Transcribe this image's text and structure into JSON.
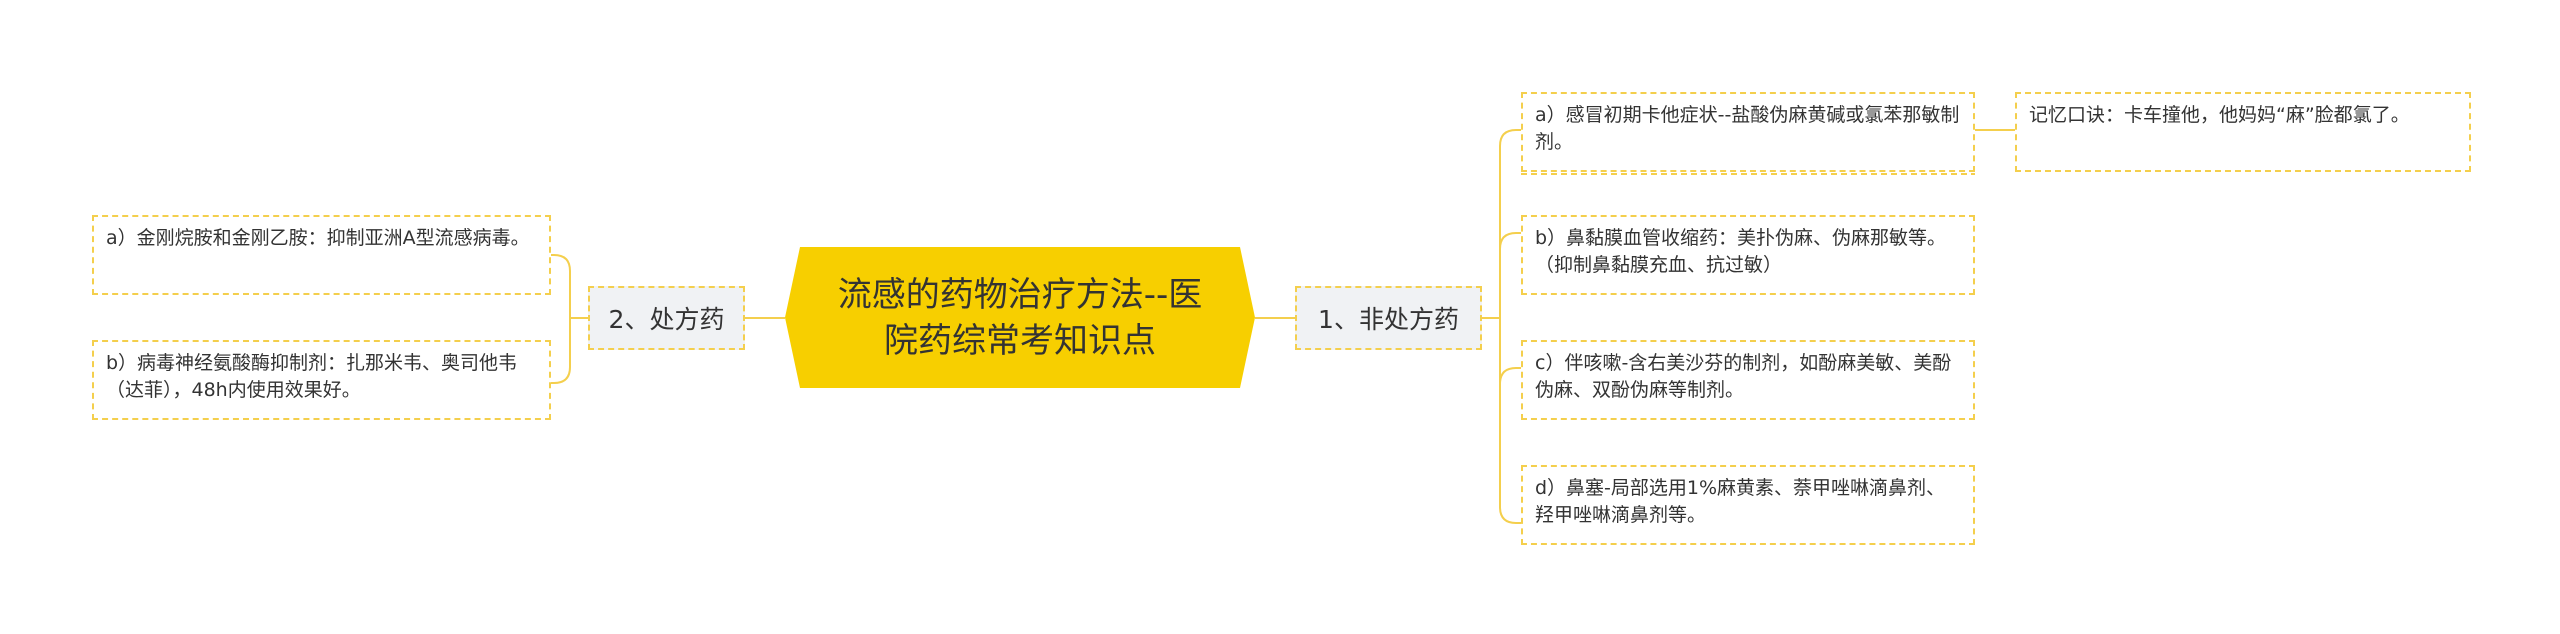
{
  "root": {
    "title": "流感的药物治疗方法--医院药综常考知识点"
  },
  "branches": {
    "left": {
      "label": "2、处方药"
    },
    "right": {
      "label": "1、非处方药"
    }
  },
  "left_items": [
    "a）金刚烷胺和金刚乙胺：抑制亚洲A型流感病毒。",
    "b）病毒神经氨酸酶抑制剂：扎那米韦、奥司他韦（达菲），48h内使用效果好。"
  ],
  "right_items": [
    "a）感冒初期卡他症状--盐酸伪麻黄碱或氯苯那敏制剂。",
    "b）鼻黏膜血管收缩药：美扑伪麻、伪麻那敏等。（抑制鼻黏膜充血、抗过敏）",
    "c）伴咳嗽-含右美沙芬的制剂，如酚麻美敏、美酚伪麻、双酚伪麻等制剂。",
    "d）鼻塞-局部选用1%麻黄素、萘甲唑啉滴鼻剂、羟甲唑啉滴鼻剂等。"
  ],
  "note": {
    "text": "记忆口诀：卡车撞他，他妈妈“麻”脸都氯了。"
  },
  "colors": {
    "root_fill": "#f7cf00",
    "connector": "#f4cf4d",
    "branch_fill": "#f0f2f4"
  }
}
